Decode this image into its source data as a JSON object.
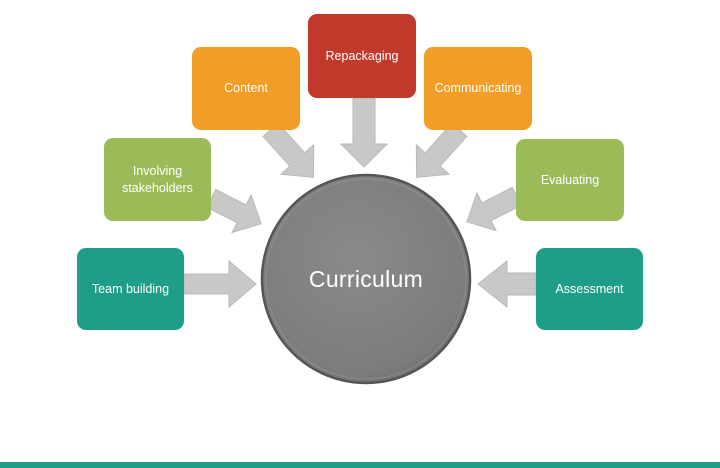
{
  "diagram": {
    "center": {
      "label": "Curriculum"
    },
    "nodes": {
      "team_building": "Team building",
      "involving_stakeholders": "Involving stakeholders",
      "content": "Content",
      "repackaging": "Repackaging",
      "communicating": "Communicating",
      "evaluating": "Evaluating",
      "assessment": "Assessment"
    },
    "colors": {
      "teal": "#1e9e86",
      "green": "#9bbb59",
      "orange": "#f29d26",
      "red": "#c0392b",
      "circle": "#7f7f7f",
      "arrow": "#c8c8c8"
    }
  }
}
